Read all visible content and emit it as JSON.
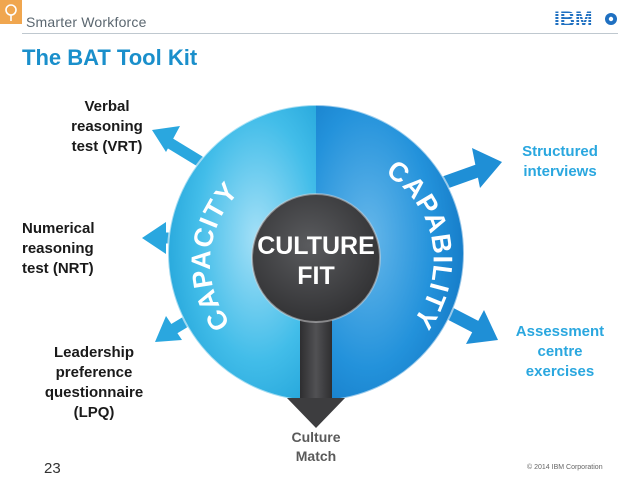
{
  "header": {
    "brand": "Smarter Workforce",
    "ibm_logo_text": "IBM",
    "logo_icon": "smarter-workforce-logo-icon"
  },
  "slide": {
    "title": "The BAT Tool Kit",
    "page_number": "23",
    "copyright": "© 2014 IBM Corporation"
  },
  "diagram": {
    "center_line1": "CULTURE",
    "center_line2": "FIT",
    "left_half_label": "CAPACITY",
    "right_half_label": "CAPABILITY",
    "left_items": [
      {
        "line1": "Verbal",
        "line2": "reasoning",
        "line3": "test (VRT)"
      },
      {
        "line1": "Numerical",
        "line2": "reasoning",
        "line3": "test (NRT)"
      },
      {
        "line1": "Leadership",
        "line2": "preference",
        "line3": "questionnaire",
        "line4": "(LPQ)"
      }
    ],
    "right_items": [
      {
        "line1": "Structured",
        "line2": "interviews"
      },
      {
        "line1": "Assessment",
        "line2": "centre",
        "line3": "exercises"
      }
    ],
    "bottom_item": {
      "line1": "Culture",
      "line2": "Match"
    },
    "colors": {
      "left_half": "#3cb7e6",
      "right_half": "#1f8fd6",
      "center": "#3d3d3f",
      "arrow_blue": "#2aa7df",
      "arrow_dark": "#3d3d3f",
      "title": "#1a8fcb"
    }
  }
}
